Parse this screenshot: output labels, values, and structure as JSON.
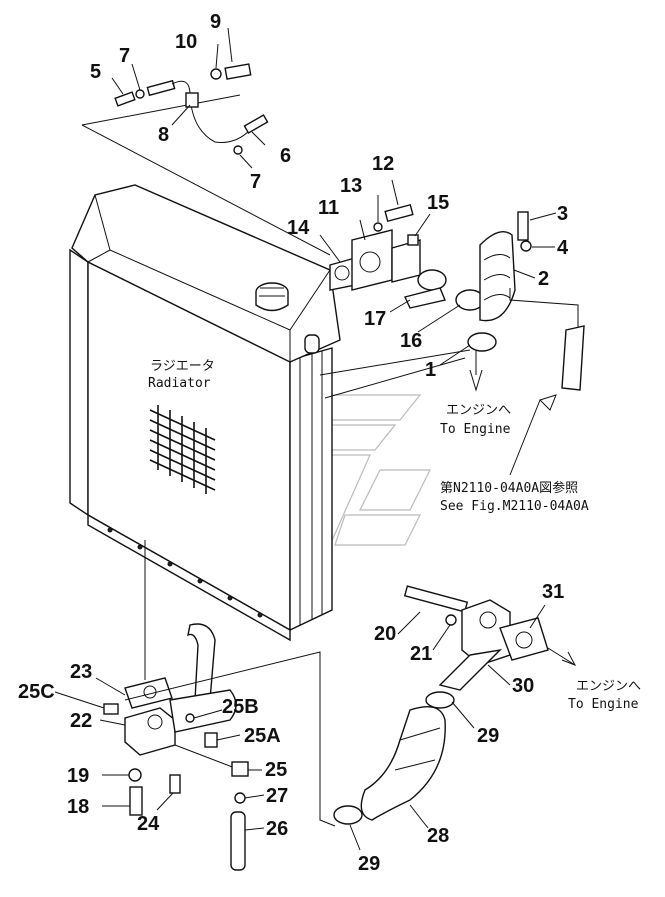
{
  "radiator_label": {
    "ja": "ラジエータ",
    "en": "Radiator"
  },
  "to_engine_upper": {
    "ja": "エンジンへ",
    "en": "To Engine"
  },
  "to_engine_lower": {
    "ja": "エンジンへ",
    "en": "To Engine"
  },
  "see_fig": {
    "ja": "第N2110-04A0A図参照",
    "en": "See Fig.M2110-04A0A"
  },
  "callouts": {
    "p1": "1",
    "p2": "2",
    "p3": "3",
    "p4": "4",
    "p5": "5",
    "p6": "6",
    "p7a": "7",
    "p7b": "7",
    "p8": "8",
    "p9": "9",
    "p10": "10",
    "p11": "11",
    "p12": "12",
    "p13": "13",
    "p14": "14",
    "p15": "15",
    "p16": "16",
    "p17": "17",
    "p18": "18",
    "p19": "19",
    "p20": "20",
    "p21": "21",
    "p22": "22",
    "p23": "23",
    "p24": "24",
    "p25": "25",
    "p25a": "25A",
    "p25b": "25B",
    "p25c": "25C",
    "p26": "26",
    "p27": "27",
    "p28": "28",
    "p29a": "29",
    "p29b": "29",
    "p30": "30",
    "p31": "31"
  },
  "colors": {
    "line": "#111111",
    "watermark": "#bbbbbb",
    "background": "#ffffff"
  }
}
